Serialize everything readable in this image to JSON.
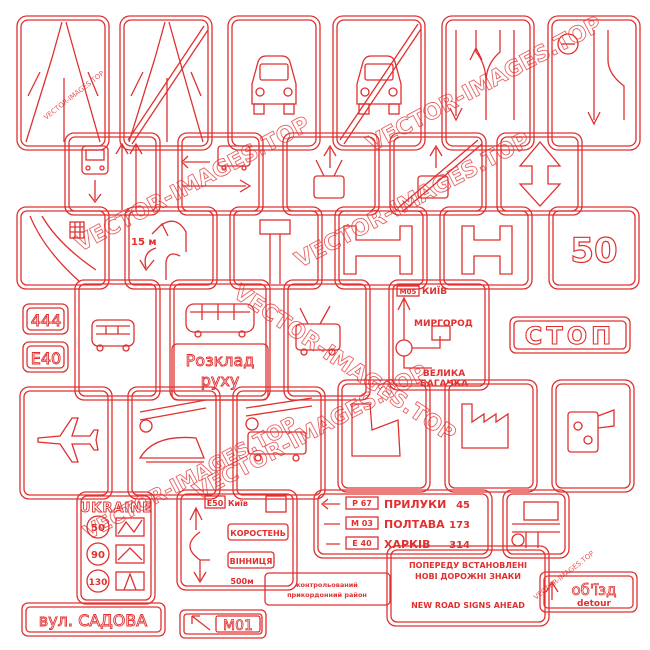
{
  "colors": {
    "sign_outline": "#e03030",
    "background": "#ffffff",
    "watermark": "#e03030"
  },
  "watermark": {
    "diagonal": "VECTOR-IMAGES.TOP",
    "corner": "VECTOR-IMAGES.TOP"
  },
  "signs": {
    "distance_15m": "15 м",
    "speed_50": "50",
    "stop": "СТОП",
    "road_444": "444",
    "road_e40": "E40",
    "schedule_line1": "Розклад",
    "schedule_line2": "руху",
    "kyiv_badge": "M05",
    "kyiv": "КИЇВ",
    "myrhorod": "МИРГОРОД",
    "velyka_line1": "ВЕЛИКА",
    "velyka_line2": "БАГАЧКА",
    "ukraine": "UKRAINE",
    "limits": [
      "50",
      "90",
      "130"
    ],
    "route_e50": "E50",
    "route_kyiv": "Київ",
    "korosten": "КОРОСТЕНЬ",
    "vinnytsia": "ВІННИЦЯ",
    "dist_500": "500м",
    "destinations": [
      {
        "code": "P 67",
        "name": "ПРИЛУКИ",
        "km": "45"
      },
      {
        "code": "M 03",
        "name": "ПОЛТАВА",
        "km": "173"
      },
      {
        "code": "E 40",
        "name": "ХАРКІВ",
        "km": "314"
      }
    ],
    "control_line1": "контрольований",
    "control_line2": "прикордонний район",
    "new_signs_line1": "ПОПЕРЕДУ ВСТАНОВЛЕНІ",
    "new_signs_line2": "НОВІ ДОРОЖНІ ЗНАКИ",
    "new_signs_en": "NEW ROAD SIGNS AHEAD",
    "detour_ua": "об'їзд",
    "detour_en": "detour",
    "street": "вул. САДОВА",
    "route_m01": "M01"
  }
}
